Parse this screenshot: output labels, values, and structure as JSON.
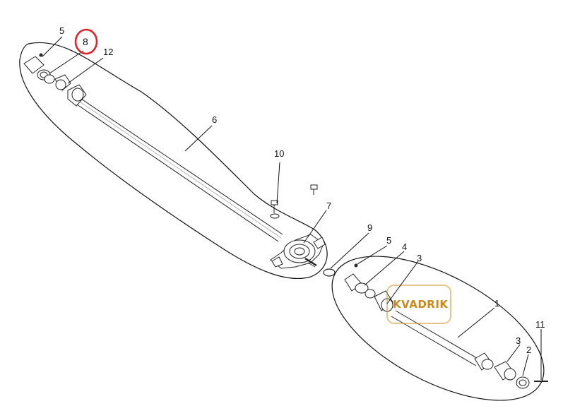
{
  "diagram": {
    "callouts": [
      {
        "id": "c5a",
        "label": "5"
      },
      {
        "id": "c8",
        "label": "8"
      },
      {
        "id": "c12",
        "label": "12"
      },
      {
        "id": "c6",
        "label": "6"
      },
      {
        "id": "c10",
        "label": "10"
      },
      {
        "id": "c7",
        "label": "7"
      },
      {
        "id": "c9",
        "label": "9"
      },
      {
        "id": "c5b",
        "label": "5"
      },
      {
        "id": "c4",
        "label": "4"
      },
      {
        "id": "c3a",
        "label": "3"
      },
      {
        "id": "c1",
        "label": "1"
      },
      {
        "id": "c11",
        "label": "11"
      },
      {
        "id": "c3b",
        "label": "3"
      },
      {
        "id": "c2",
        "label": "2"
      }
    ],
    "highlight": {
      "part": "8",
      "color": "#d9262c"
    },
    "watermark": {
      "text": "KVADRIK",
      "color": "#d4952a"
    }
  }
}
